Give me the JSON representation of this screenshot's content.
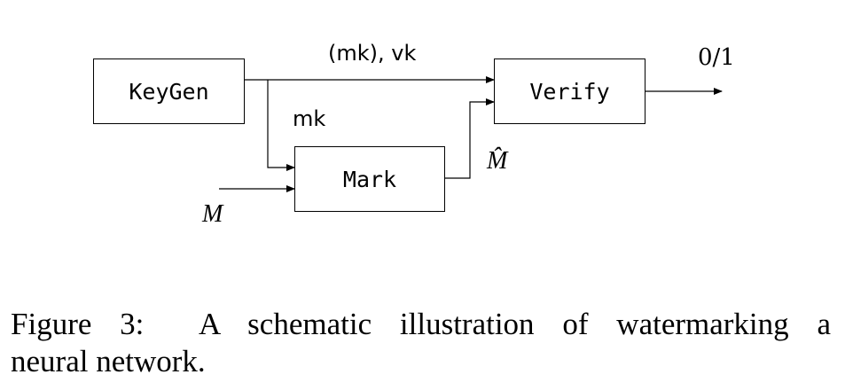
{
  "blocks": {
    "keygen": "KeyGen",
    "verify": "Verify",
    "mark": "Mark"
  },
  "labels": {
    "keys": "(mk), vk",
    "mark_key": "mk",
    "output": "0/1",
    "marked_model": "M̂",
    "model": "M"
  },
  "caption": {
    "line1": "Figure 3:  A schematic illustration of watermarking a",
    "line2": "neural network."
  }
}
